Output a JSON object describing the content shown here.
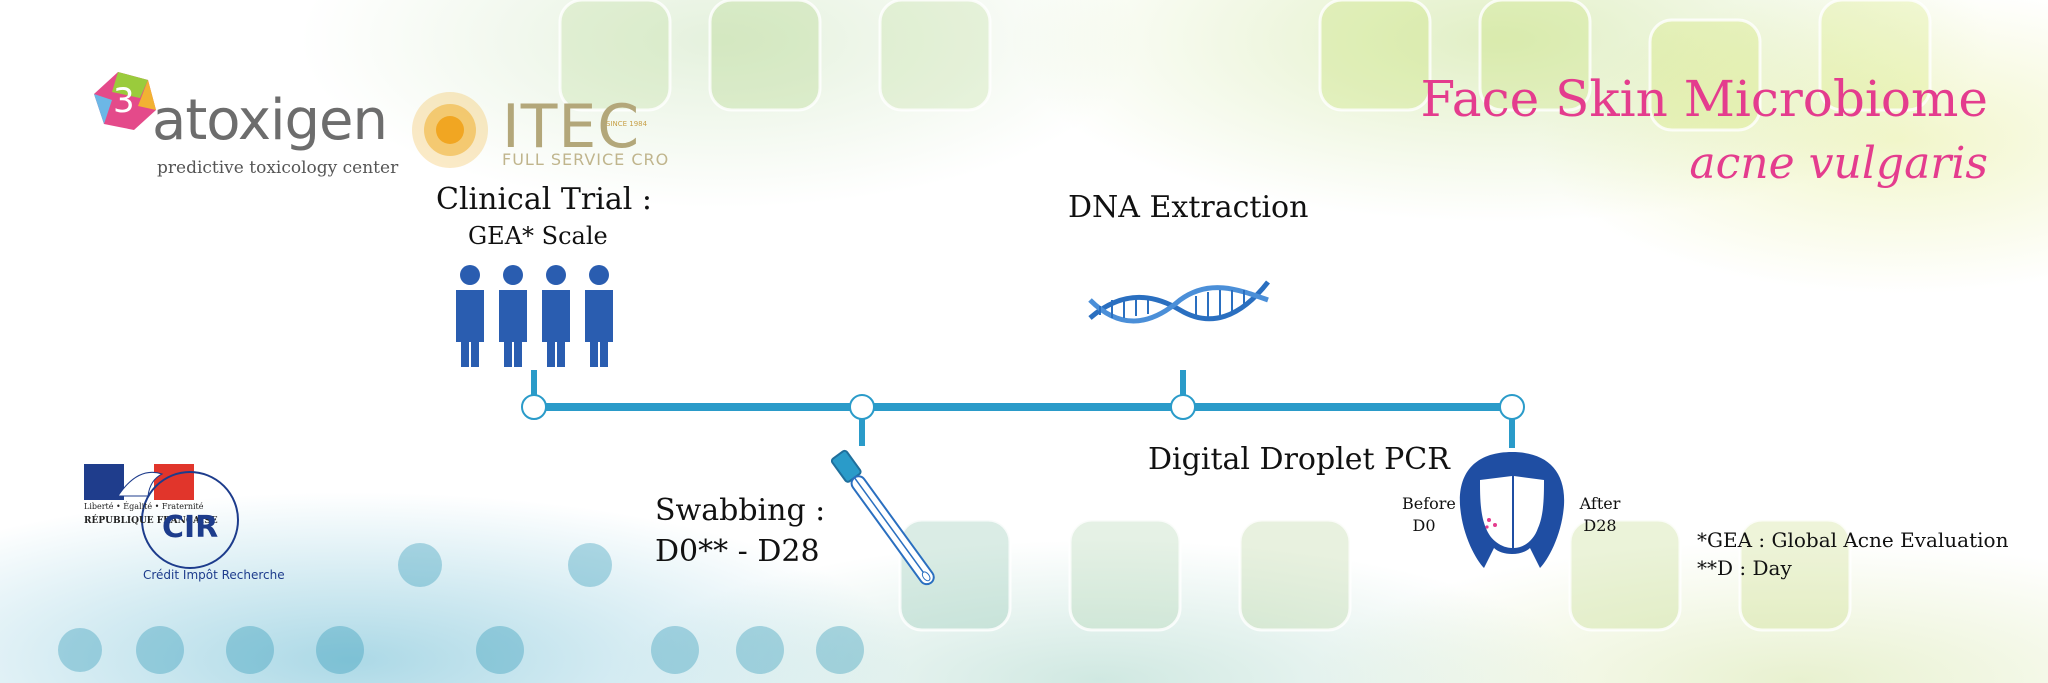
{
  "header": {
    "title": "Face Skin Microbiome",
    "subtitle": "acne vulgaris"
  },
  "logos": {
    "atoxigen": {
      "name": "atoxigen",
      "tagline": "predictive toxicology center",
      "icon": "hexagon-logo-icon"
    },
    "itec": {
      "name": "ITEC",
      "subtitle": "FULL SERVICE CRO",
      "since": "SINCE 1984",
      "icon": "sun-dots-logo-icon"
    },
    "cir": {
      "name": "CIR",
      "ring_text": "Crédit Impôt Recherche",
      "motto": "Liberté • Égalité • Fraternité",
      "country": "RÉPUBLIQUE FRANÇAISE",
      "icon": "marianne-flag-icon"
    }
  },
  "steps": {
    "clinical_trial": {
      "title": "Clinical Trial :",
      "subtitle": "GEA* Scale",
      "icon": "people-icon"
    },
    "dna_extraction": {
      "title": "DNA Extraction",
      "icon": "dna-helix-icon"
    },
    "swabbing": {
      "title": "Swabbing :",
      "subtitle": "D0** - D28",
      "icon": "swab-tube-icon"
    },
    "ddpcr": {
      "title": "Digital Droplet PCR",
      "icon": "face-icon"
    }
  },
  "face": {
    "before_label": "Before",
    "before_day": "D0",
    "after_label": "After",
    "after_day": "D28"
  },
  "footnotes": {
    "gea": "*GEA : Global Acne Evaluation",
    "day": "**D : Day"
  },
  "colors": {
    "accent": "#e43c8e",
    "timeline": "#2a9bc9",
    "icon_blue": "#2a5db0",
    "text": "#111111"
  }
}
